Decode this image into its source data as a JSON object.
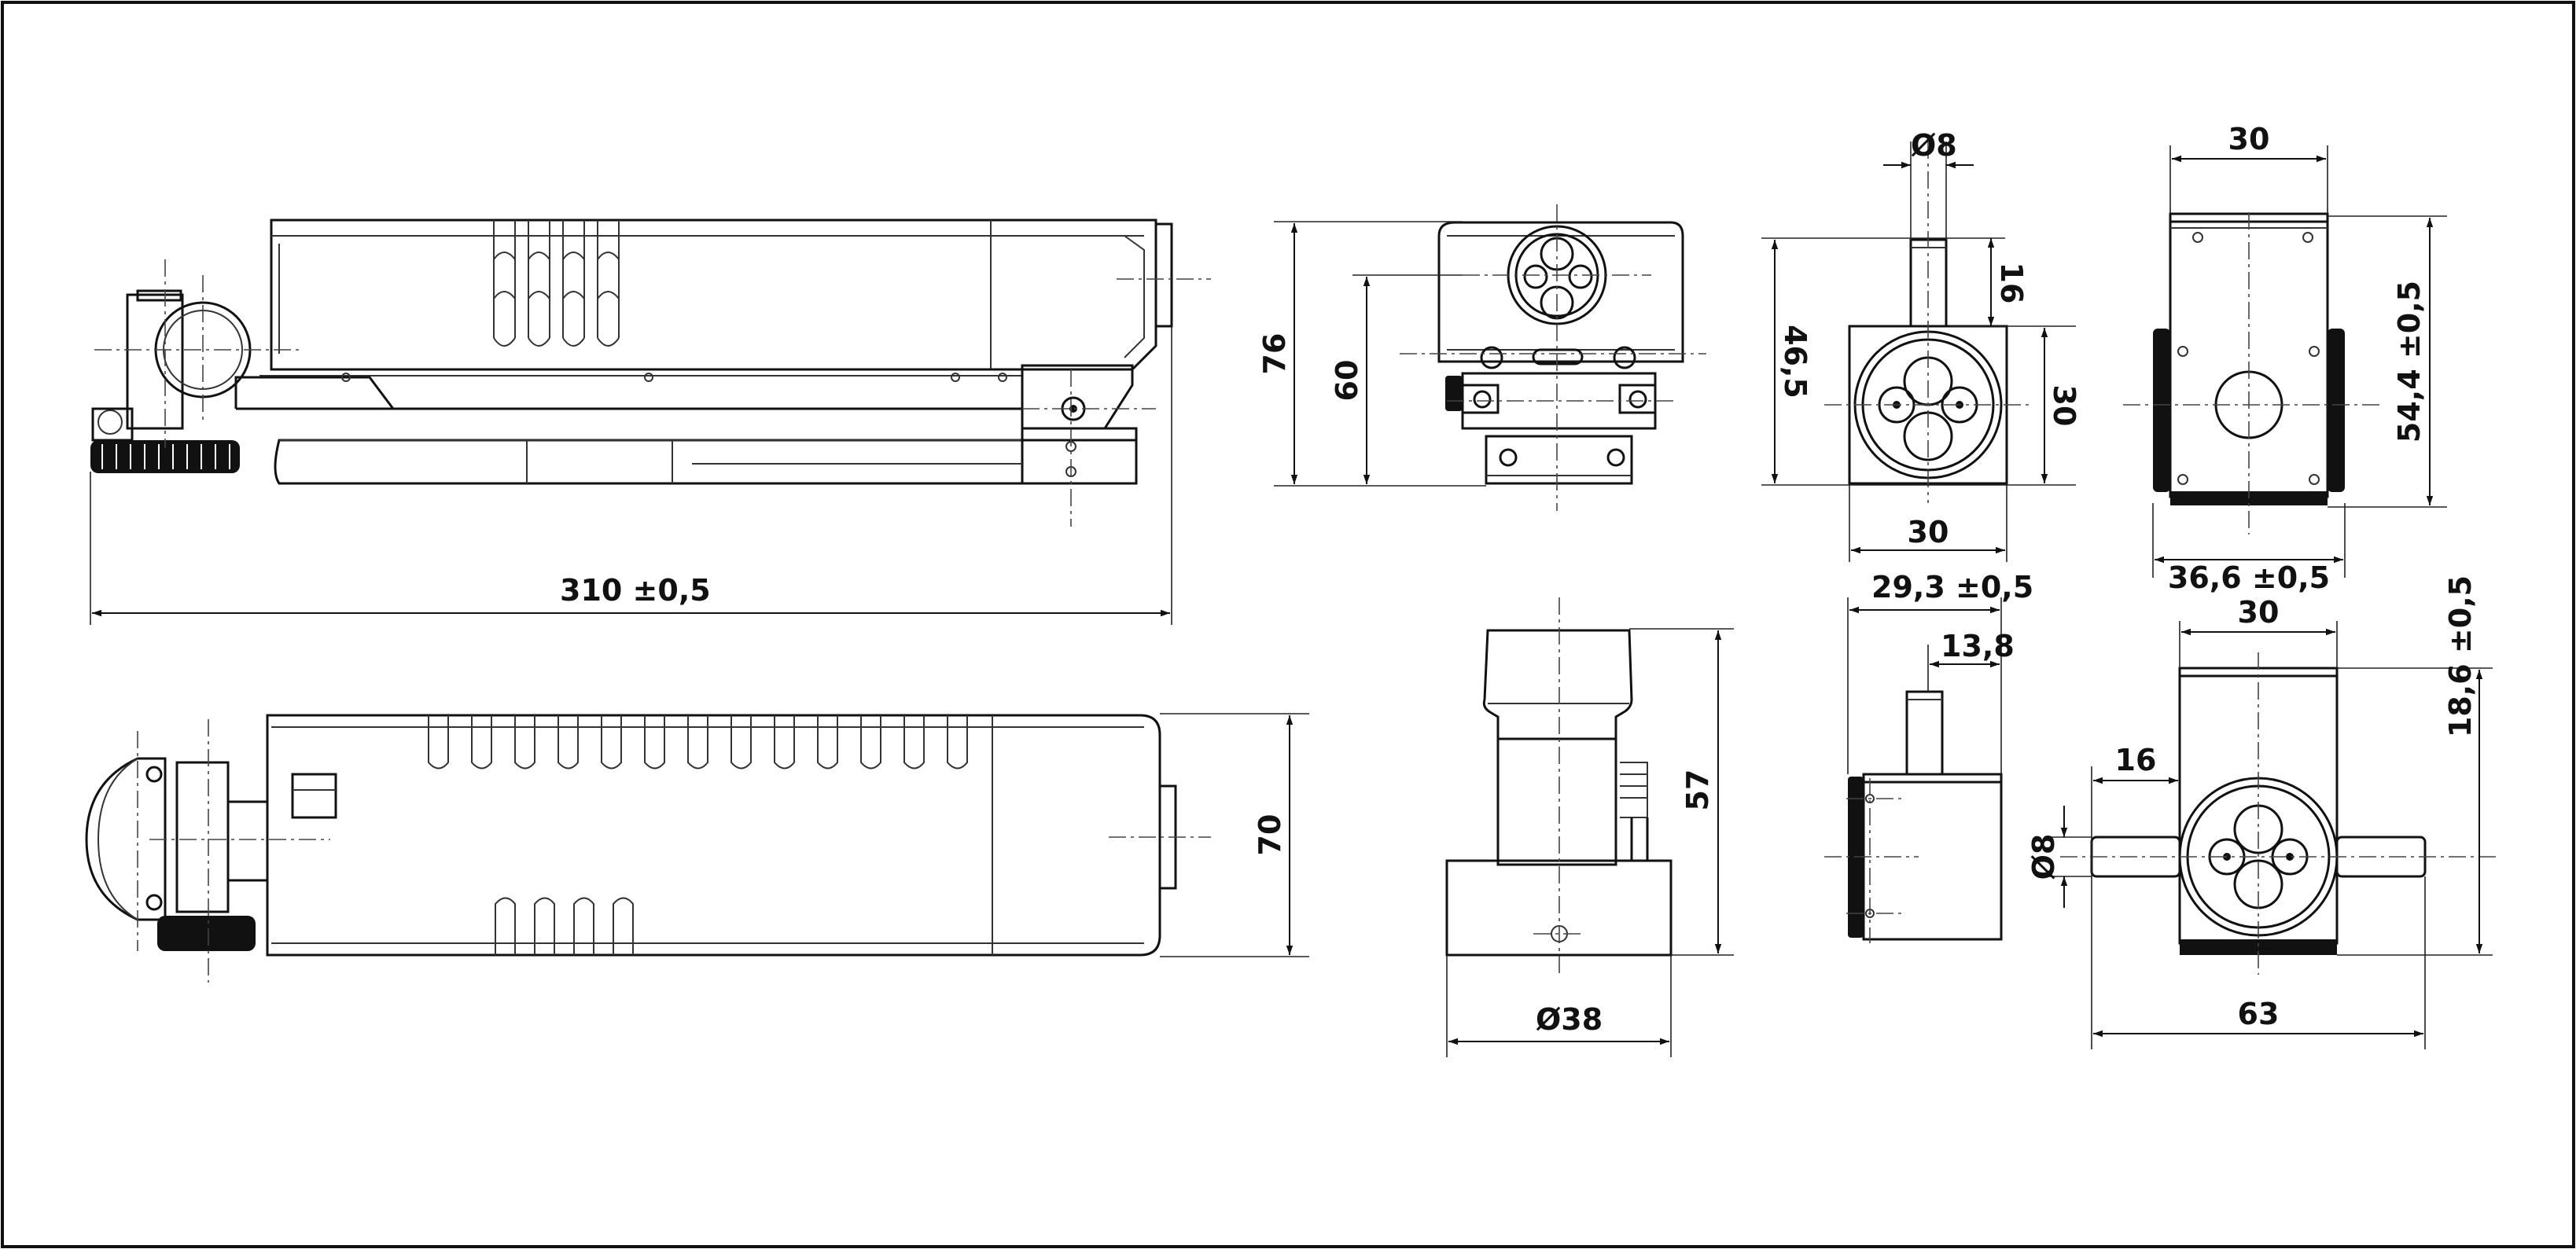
{
  "dimensions": {
    "overall_length": "310  ±0,5",
    "front_height_76": "76",
    "front_height_60": "60",
    "side_shaft_dia": "Ø8",
    "side_shaft_len": "16",
    "side_height_46": "46,5",
    "side_block_height": "30",
    "side_block_width": "30",
    "rear_width_30": "30",
    "rear_height": "54,4  ±0,5",
    "rear_width_36": "36,6  ±0,5",
    "top_width": "70",
    "round_height": "57",
    "round_dia": "Ø38",
    "small_side_width": "29,3  ±0,5",
    "small_side_shaft": "13,8",
    "bottom_width_30": "30",
    "bottom_height": "18,6  ±0,5",
    "bottom_shaft_len": "16",
    "bottom_shaft_dia": "Ø8",
    "bottom_total_width": "63"
  },
  "colors": {
    "line": "#111111",
    "background": "#ffffff"
  }
}
